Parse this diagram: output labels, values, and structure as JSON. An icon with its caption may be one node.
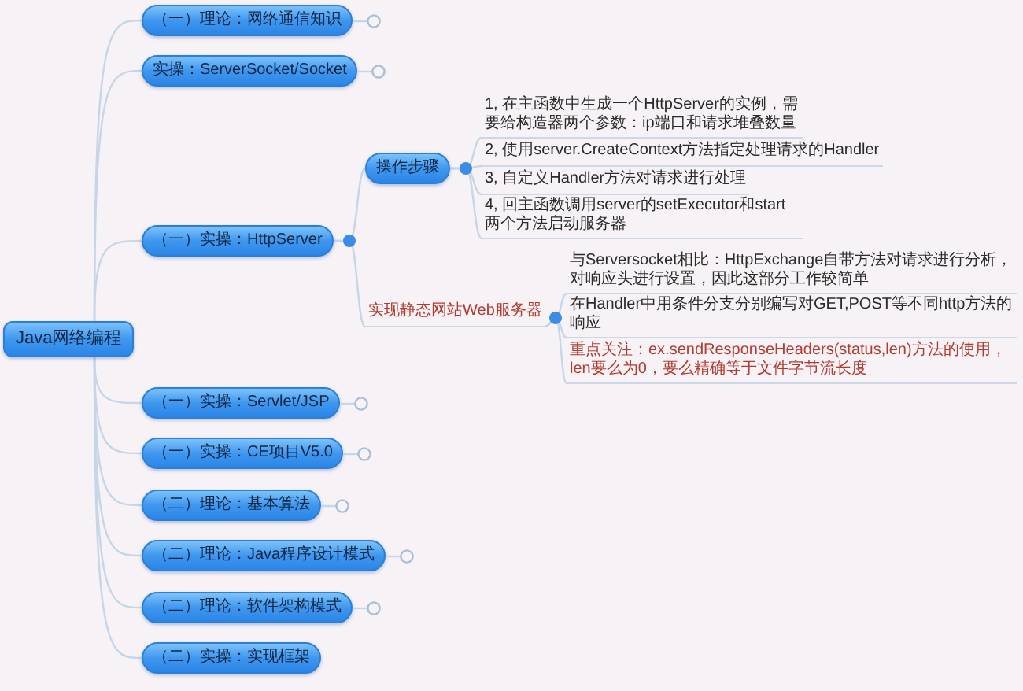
{
  "diagram": {
    "nodes": [
      {
        "text": [
          "Java网络编程"
        ]
      },
      {
        "text": [
          "（一）理论：网络通信知识"
        ]
      },
      {
        "text": [
          "实操：ServerSocket/Socket"
        ]
      },
      {
        "text": [
          "（一）实操：HttpServer"
        ]
      },
      {
        "text": [
          "操作步骤"
        ]
      },
      {
        "text": [
          "1, 在主函数中生成一个HttpServer的实例，需要给构造器两个参数：ip端口和请求堆叠数量"
        ]
      },
      {
        "text": [
          "2, 使用server.CreateContext方法指定处理请求的Handler"
        ]
      },
      {
        "text": [
          "3, 自定义Handler方法对请求进行处理"
        ]
      },
      {
        "text": [
          "4, 回主函数调用server的setExecutor和start两个方法启动服务器"
        ]
      },
      {
        "text": [
          "实现静态网站Web服务器"
        ]
      },
      {
        "text": [
          "与Serversocket相比：HttpExchange自带方法对请求进行分析，对响应头进行设置，因此这部分工作较简单"
        ]
      },
      {
        "text": [
          "在Handler中用条件分支分别编写对GET,POST等不同http方法的响应"
        ]
      },
      {
        "text": [
          "重点关注：ex.sendResponseHeaders(status,len)方法的使用，len要么为0，要么精确等于文件字节流长度"
        ]
      },
      {
        "text": [
          "（一）实操：Servlet/JSP"
        ]
      },
      {
        "text": [
          "（一）实操：CE项目V5.0"
        ]
      },
      {
        "text": [
          "（二）理论：基本算法"
        ]
      },
      {
        "text": [
          "（二）理论：Java程序设计模式"
        ]
      },
      {
        "text": [
          "（二）理论：软件架构模式"
        ]
      },
      {
        "text": [
          "（二）实操：实现框架"
        ]
      }
    ],
    "edges": [
      {
        "from": 0,
        "to": 1,
        "arrow": "none"
      },
      {
        "from": 0,
        "to": 2,
        "arrow": "none"
      },
      {
        "from": 0,
        "to": 3,
        "arrow": "none"
      },
      {
        "from": 3,
        "to": 4,
        "arrow": "none"
      },
      {
        "from": 4,
        "to": 5,
        "arrow": "none"
      },
      {
        "from": 4,
        "to": 6,
        "arrow": "none"
      },
      {
        "from": 4,
        "to": 7,
        "arrow": "none"
      },
      {
        "from": 4,
        "to": 8,
        "arrow": "none"
      },
      {
        "from": 3,
        "to": 9,
        "arrow": "none"
      },
      {
        "from": 9,
        "to": 10,
        "arrow": "none"
      },
      {
        "from": 9,
        "to": 11,
        "arrow": "none"
      },
      {
        "from": 9,
        "to": 12,
        "arrow": "none"
      },
      {
        "from": 0,
        "to": 13,
        "arrow": "none"
      },
      {
        "from": 0,
        "to": 14,
        "arrow": "none"
      },
      {
        "from": 0,
        "to": 15,
        "arrow": "none"
      },
      {
        "from": 0,
        "to": 16,
        "arrow": "none"
      },
      {
        "from": 0,
        "to": 17,
        "arrow": "none"
      },
      {
        "from": 0,
        "to": 18,
        "arrow": "none"
      }
    ]
  }
}
